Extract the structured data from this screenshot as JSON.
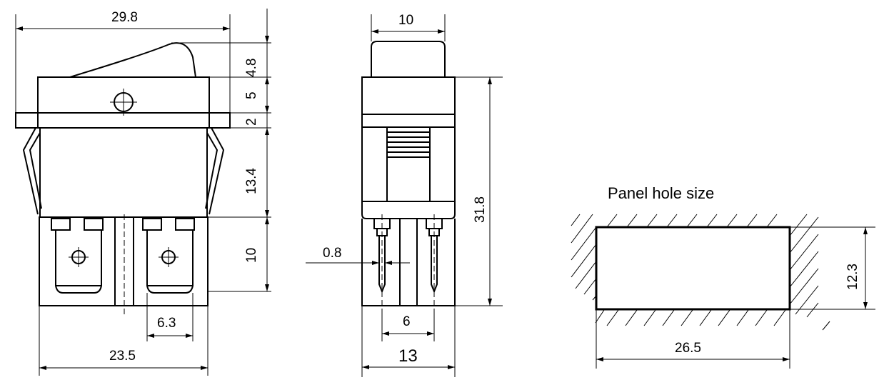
{
  "dimensions": {
    "side_width_top": "29.8",
    "rocker_height": "4.8",
    "body_top_height": "5",
    "flange_height": "2",
    "body_height": "13.4",
    "terminal_height": "10",
    "terminal_spacing": "6.3",
    "bottom_width": "23.5",
    "front_top_width": "10",
    "front_total_height": "31.8",
    "pin_width": "0.8",
    "pin_spacing": "6",
    "front_width": "13",
    "panel_width": "26.5",
    "panel_height": "12.3"
  },
  "labels": {
    "panel_title": "Panel hole size"
  }
}
